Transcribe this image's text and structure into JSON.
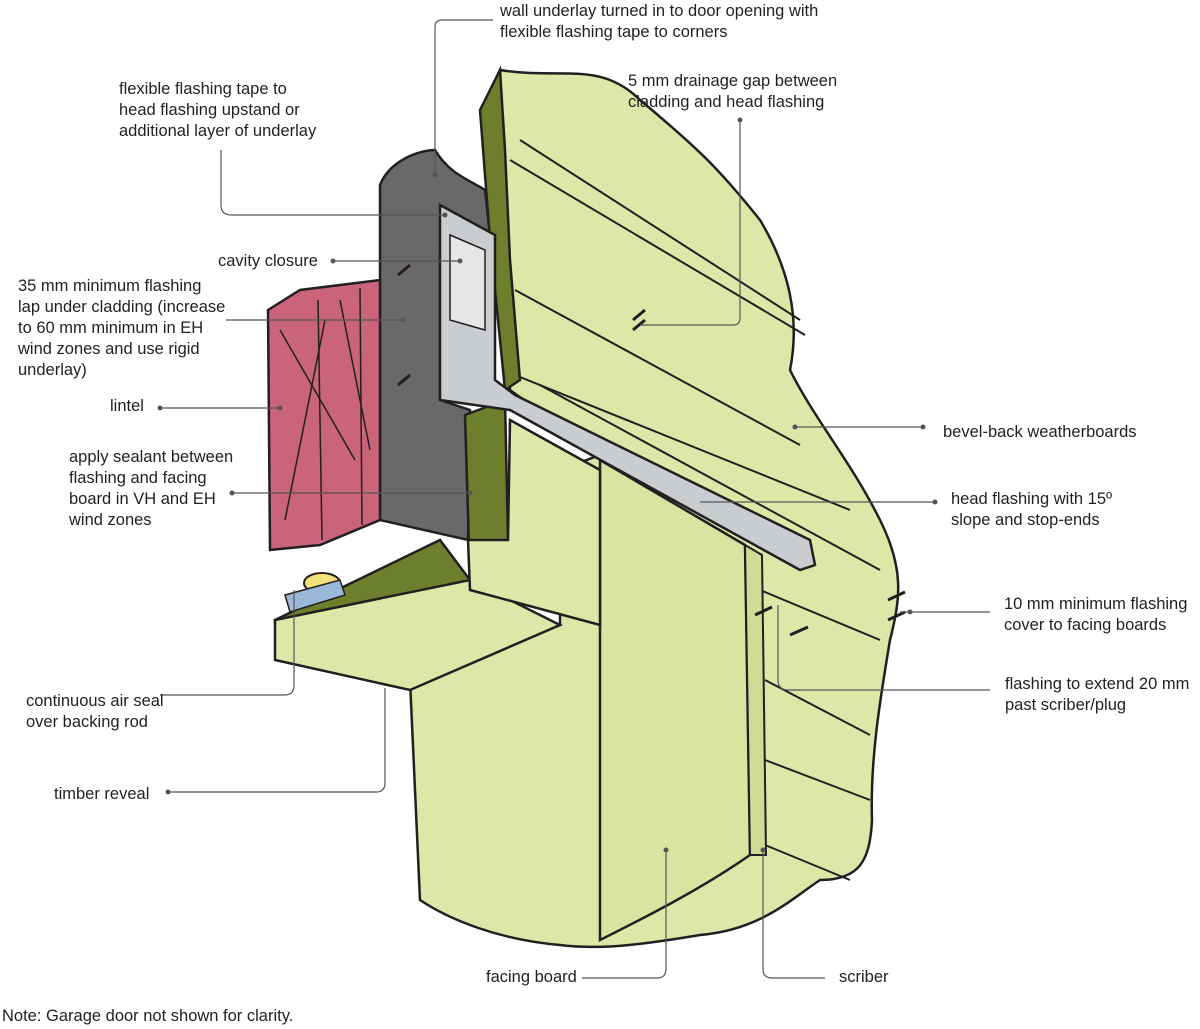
{
  "labels": {
    "wall_underlay": "wall underlay turned in to door opening with\nflexible flashing tape to corners",
    "flexible_tape": "flexible flashing tape to\nhead flashing upstand or\nadditional layer of underlay",
    "drainage_gap": "5 mm drainage gap between\ncladding and head flashing",
    "cavity_closure": "cavity closure",
    "flashing_lap": "35 mm minimum flashing\nlap under cladding (increase\nto 60 mm minimum in EH\nwind zones and use rigid\nunderlay)",
    "lintel": "lintel",
    "bevel_back": "bevel-back weatherboards",
    "sealant": "apply sealant between\nflashing and facing\nboard in VH and EH\nwind zones",
    "head_flashing": "head flashing with 15º\nslope and stop-ends",
    "flashing_cover": "10 mm minimum flashing\ncover to facing boards",
    "flashing_extend": "flashing to extend 20 mm\npast scriber/plug",
    "air_seal": "continuous air seal\nover backing rod",
    "timber_reveal": "timber reveal",
    "facing_board": "facing board",
    "scriber": "scriber"
  },
  "note": "Note: Garage door not shown for clarity.",
  "colors": {
    "cladding": "#dde8a8",
    "cladding_shade": "#cfdc96",
    "timber": "#6d7f2c",
    "underlay": "#6b686a",
    "lintel": "#c9647a",
    "flashing": "#c9cdd0",
    "outline": "#231f20",
    "leader": "#555555"
  }
}
